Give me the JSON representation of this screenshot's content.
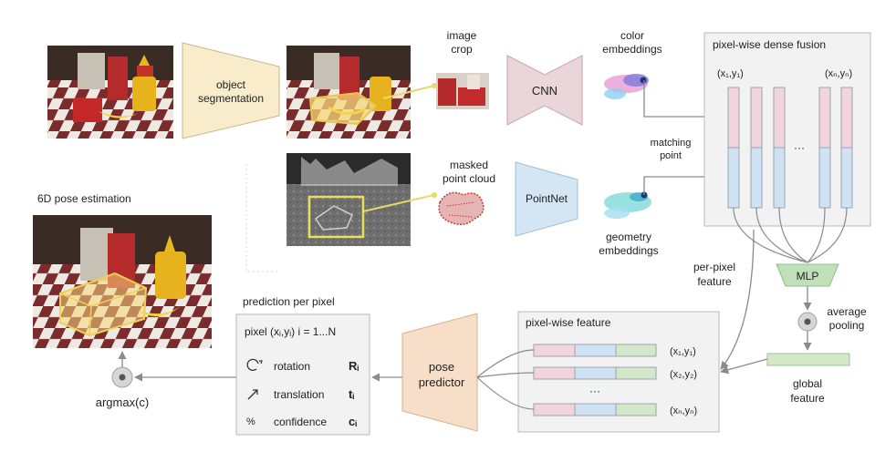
{
  "blocks": {
    "object_segmentation": [
      "object",
      "segmentation"
    ],
    "cnn": "CNN",
    "pointnet": "PointNet",
    "mlp": "MLP",
    "pose_predictor": [
      "pose",
      "predictor"
    ]
  },
  "labels": {
    "image_crop": [
      "image",
      "crop"
    ],
    "color_embeddings": [
      "color",
      "embeddings"
    ],
    "masked_point_cloud": [
      "masked",
      "point cloud"
    ],
    "geometry_embeddings": [
      "geometry",
      "embeddings"
    ],
    "matching_point": [
      "matching",
      "point"
    ],
    "dense_fusion_title": "pixel-wise dense fusion",
    "fusion_first_col": "(x₁,y₁)",
    "fusion_last_col": "(xₙ,yₙ)",
    "fusion_ellipsis": "···",
    "per_pixel_feature": [
      "per-pixel",
      "feature"
    ],
    "average_pooling": [
      "average",
      "pooling"
    ],
    "global_feature": [
      "global",
      "feature"
    ],
    "pixel_wise_feature_title": "pixel-wise feature",
    "feature_rows": [
      "(x₁,y₁)",
      "(x₂,y₂)",
      "(xₙ,yₙ)"
    ],
    "feature_ellipsis": "···",
    "prediction_title": "prediction per pixel",
    "pixel_index": "pixel (xᵢ,yᵢ)  i = 1...N",
    "rotation": "rotation",
    "rotation_symbol": "Rᵢ",
    "translation": "translation",
    "translation_symbol": "tᵢ",
    "confidence": "confidence",
    "confidence_symbol": "cᵢ",
    "pose_title": "6D pose estimation",
    "argmax": "argmax(c)"
  },
  "colors": {
    "seg_fill": "#f8eccb",
    "cnn_fill": "#ead5d9",
    "pointnet_fill": "#d4e6f4",
    "mlp_fill": "#bfe0b8",
    "predictor_fill": "#f7dec9",
    "color_part": "#f2d4dc",
    "geom_part": "#cfe2f3",
    "green_part": "#d2e8c8",
    "panel_fill": "#f2f2f2",
    "arrow": "#8a8a8a"
  }
}
